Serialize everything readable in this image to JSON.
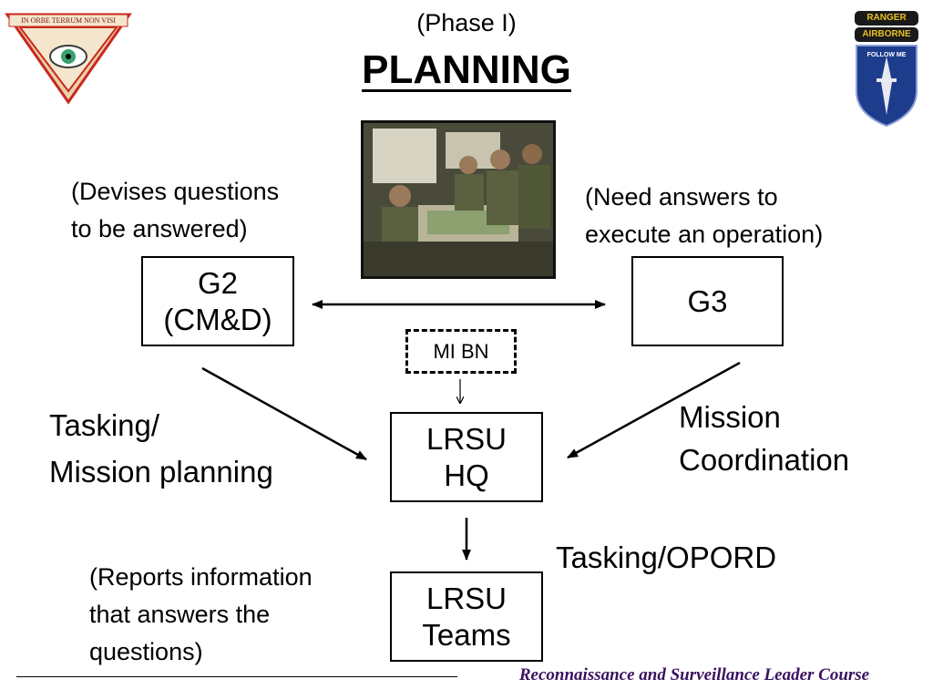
{
  "header": {
    "phase": "(Phase I)",
    "title": "PLANNING"
  },
  "logos": {
    "left_logo": {
      "banner_text": "IN ORBE TERRUM NON VISI",
      "icon": "eye-triangle-insignia-icon"
    },
    "right_logo": {
      "tab_top": "RANGER",
      "tab_bottom": "AIRBORNE",
      "shield_text": "FOLLOW ME",
      "icon": "infantry-shield-insignia-icon"
    }
  },
  "photo": {
    "icon": "soldiers-planning-photo"
  },
  "notes": {
    "g2_note": [
      "(Devises questions",
      "to be answered)"
    ],
    "g3_note": [
      "(Need answers to",
      "execute an operation)"
    ],
    "teams_note": [
      "(Reports information",
      "that answers the",
      "questions)"
    ]
  },
  "nodes": {
    "g2": [
      "G2",
      "(CM&D)"
    ],
    "g3": [
      "G3"
    ],
    "mi_bn": [
      "MI BN"
    ],
    "lrsu_hq": [
      "LRSU",
      "HQ"
    ],
    "lrsu_teams": [
      "LRSU",
      "Teams"
    ]
  },
  "edge_labels": {
    "left": [
      "Tasking/",
      "Mission planning"
    ],
    "right": [
      "Mission",
      "Coordination"
    ],
    "bottom": [
      "Tasking/OPORD"
    ]
  },
  "footer": {
    "course": "Reconnaissance and Surveillance Leader Course"
  },
  "colors": {
    "footer_text": "#3a1260",
    "logo_red": "#c8281e",
    "logo_tan": "#e8d0a8",
    "shield_blue": "#1e3c8c"
  }
}
